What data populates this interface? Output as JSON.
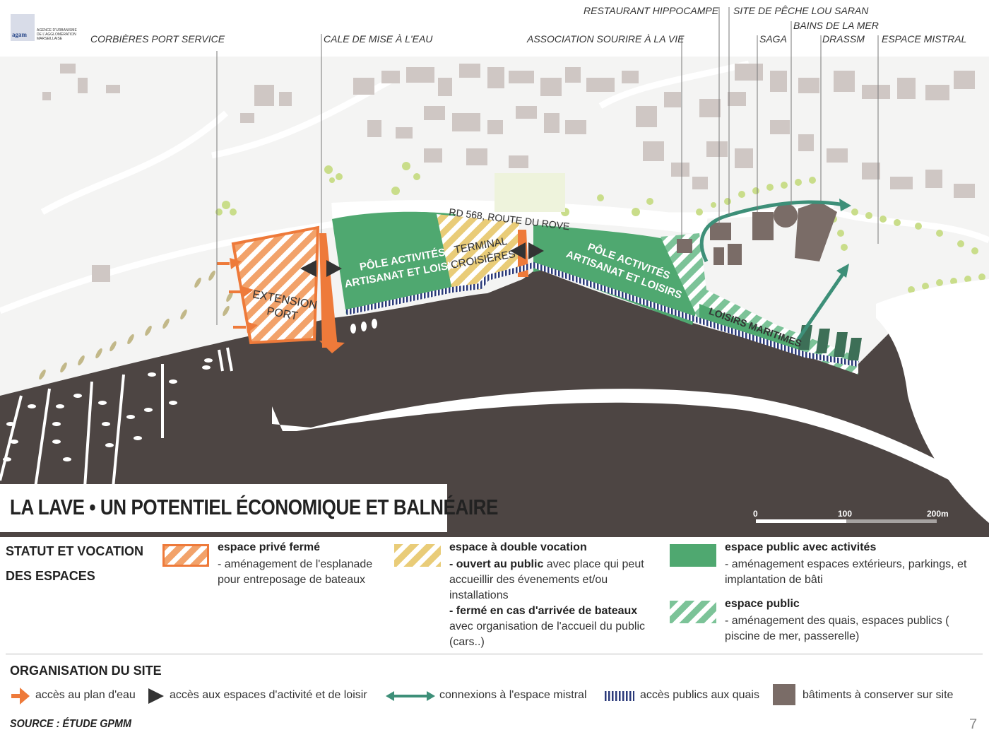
{
  "logo": {
    "name": "agam",
    "lines": [
      "AGENCE D'URBANISME",
      "DE L'AGGLOMÉRATION",
      "MARSEILLAISE"
    ]
  },
  "top_labels": [
    "CORBIÈRES PORT SERVICE",
    "CALE DE MISE À L'EAU",
    "ASSOCIATION SOURIRE À LA VIE",
    "RESTAURANT HIPPOCAMPE",
    "SITE DE PÊCHE LOU SARAN",
    "BAINS DE LA MER",
    "SAGA",
    "DRASSM",
    "ESPACE MISTRAL"
  ],
  "map_labels": {
    "road": "RD 568, ROUTE DU ROVE",
    "extension_port": [
      "EXTENSION",
      "PORT"
    ],
    "pole_1": [
      "PÔLE ACTIVITÉS",
      "ARTISANAT ET LOISIRS"
    ],
    "terminal": [
      "TERMINAL",
      "CROISIÈRES"
    ],
    "pole_2": [
      "PÔLE ACTIVITÉS",
      "ARTISANAT ET LOISIRS"
    ],
    "loisirs": "LOISIRS MARITIMES"
  },
  "title": "LA LAVE • UN POTENTIEL ÉCONOMIQUE ET BALNÉAIRE",
  "scale": {
    "labels": [
      "0",
      "100",
      "200m"
    ]
  },
  "legend": {
    "section_title": [
      "STATUT ET VOCATION",
      "DES ESPACES"
    ],
    "items": [
      {
        "title": "espace privé fermé",
        "desc": "- aménagement de l'esplanade pour entreposage de bateaux"
      },
      {
        "title": "espace à double vocation",
        "open_bold": "- ouvert au public",
        "open_rest": " avec place qui peut accueillir des évenements et/ou installations",
        "closed_bold": "- fermé en cas d'arrivée de bateaux",
        "closed_rest": " avec organisation de l'accueil du public (cars..)"
      },
      {
        "title": "espace  public avec activités",
        "desc": "- aménagement espaces extérieurs, parkings, et implantation de bâti"
      },
      {
        "title": "espace public",
        "desc": "- aménagement des quais, espaces publics ( piscine de mer, passerelle)"
      }
    ]
  },
  "organisation": {
    "title": "ORGANISATION DU SITE",
    "items": [
      "accès au plan d'eau",
      "accès aux espaces d'activité et de loisir",
      "connexions à l'espace mistral",
      "accès publics aux quais",
      "bâtiments à conserver sur site"
    ]
  },
  "source": "SOURCE : ÉTUDE  GPMM",
  "page_number": "7",
  "colors": {
    "water": "#4d4543",
    "green": "#4fa870",
    "orange": "#ee7a3a",
    "yellow": "#e9c86a",
    "teal": "#3d8f78",
    "navy": "#2b3a7a",
    "building": "#7a6c67",
    "tree": "#c9dd8a"
  }
}
